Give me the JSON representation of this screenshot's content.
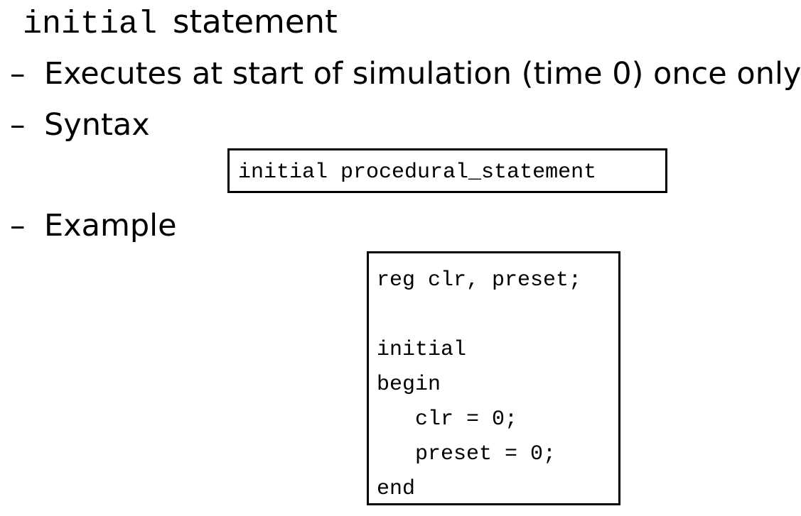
{
  "slide": {
    "heading": {
      "code": "initial",
      "text": "statement"
    },
    "bullets": [
      {
        "marker": "–",
        "text": "Executes at start of simulation (time 0) once only"
      },
      {
        "marker": "–",
        "text": "Syntax"
      },
      {
        "marker": "–",
        "text": "Example"
      }
    ],
    "syntax_code": "initial procedural_statement",
    "example_code": [
      "reg clr, preset;",
      "",
      "initial",
      "begin",
      "   clr = 0;",
      "   preset = 0;",
      "end"
    ]
  }
}
